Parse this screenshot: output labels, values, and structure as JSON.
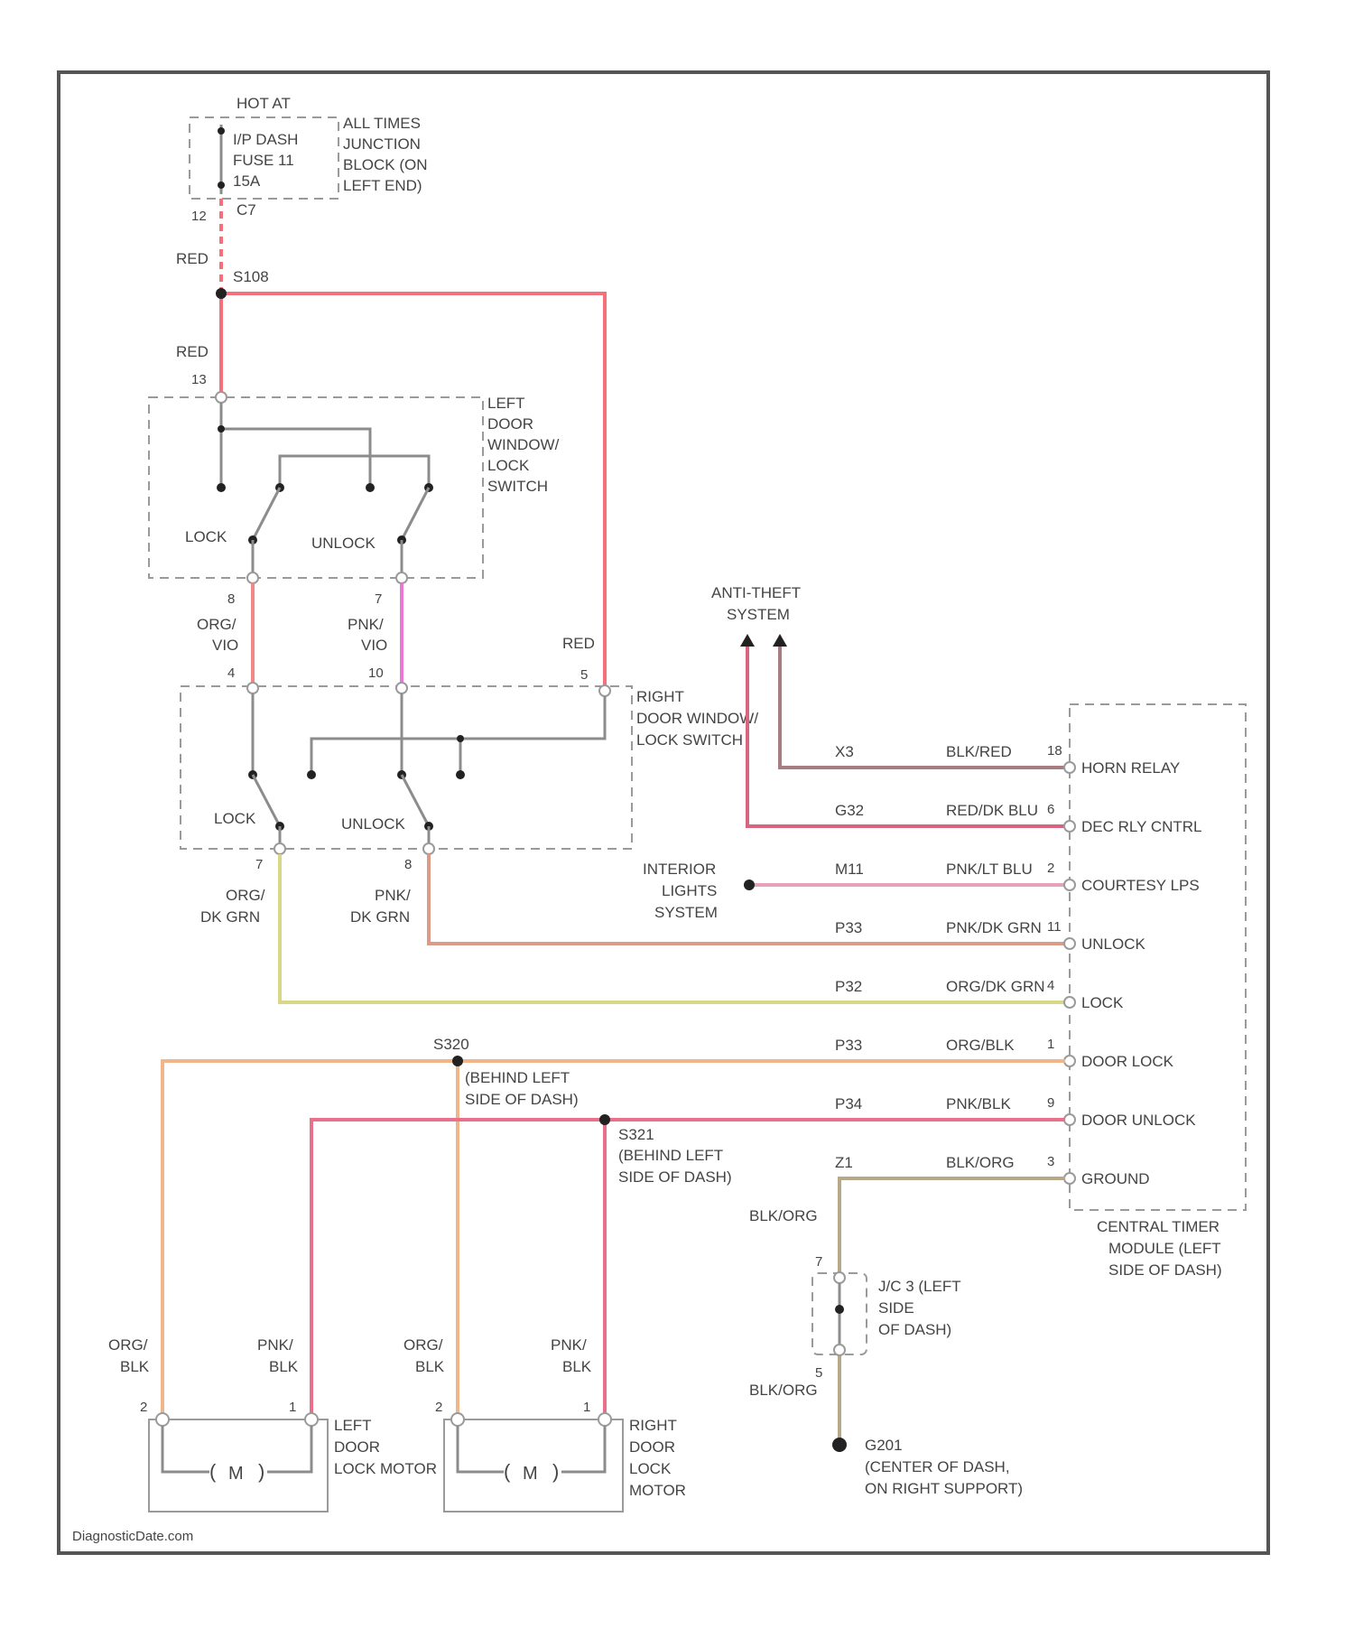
{
  "colors": {
    "red": "#f4707a",
    "org_vio": "#f08a8a",
    "pnk_vio": "#e87ad6",
    "org_dkgrn": "#d7d786",
    "pnk_dkgrn": "#dd9a88",
    "org_blk": "#f0b68a",
    "pnk_blk": "#e8708a",
    "blk_red": "#a87d82",
    "red_dkblu": "#d86480",
    "pnk_ltblu": "#e8a2b8",
    "blk_org": "#b7a88a",
    "component": "#9a9a9a"
  },
  "fuse_block": {
    "hot_at": "HOT AT",
    "line1": "I/P DASH",
    "line2": "FUSE 11",
    "line3": "15A",
    "pin": "C7",
    "pin_no": "12",
    "desc1": "ALL TIMES",
    "desc2": "JUNCTION",
    "desc3": "BLOCK (ON",
    "desc4": "LEFT END)"
  },
  "wires": {
    "red": "RED",
    "splice_s108": "S108",
    "org_vio_1": "ORG/",
    "org_vio_2": "VIO",
    "pnk_vio_1": "PNK/",
    "pnk_vio_2": "VIO",
    "org_dkgrn_1": "ORG/",
    "org_dkgrn_2": "DK GRN",
    "pnk_dkgrn_1": "PNK/",
    "pnk_dkgrn_2": "DK GRN",
    "org_blk_1": "ORG/",
    "org_blk_2": "BLK",
    "pnk_blk_1": "PNK/",
    "pnk_blk_2": "BLK",
    "blk_org": "BLK/ORG"
  },
  "left_switch": {
    "label1": "LEFT",
    "label2": "DOOR",
    "label3": "WINDOW/",
    "label4": "LOCK",
    "label5": "SWITCH",
    "lock": "LOCK",
    "unlock": "UNLOCK",
    "pin_top": "13",
    "pin_lock": "8",
    "pin_unlock": "7"
  },
  "right_switch": {
    "label1": "RIGHT",
    "label2": "DOOR WINDOW/",
    "label3": "LOCK SWITCH",
    "lock": "LOCK",
    "unlock": "UNLOCK",
    "pin_org": "4",
    "pin_pnk": "10",
    "pin_red": "5",
    "pin_lock_out": "7",
    "pin_unlock_out": "8"
  },
  "anti_theft": {
    "line1": "ANTI-THEFT",
    "line2": "SYSTEM"
  },
  "interior_lights": {
    "line1": "INTERIOR",
    "line2": "LIGHTS",
    "line3": "SYSTEM"
  },
  "ctm": {
    "rows": [
      {
        "circuit": "X3",
        "color": "BLK/RED",
        "pin": "18",
        "label": "HORN RELAY"
      },
      {
        "circuit": "G32",
        "color": "RED/DK BLU",
        "pin": "6",
        "label": "DEC RLY CNTRL"
      },
      {
        "circuit": "M11",
        "color": "PNK/LT BLU",
        "pin": "2",
        "label": "COURTESY LPS"
      },
      {
        "circuit": "P33",
        "color": "PNK/DK GRN",
        "pin": "11",
        "label": "UNLOCK"
      },
      {
        "circuit": "P32",
        "color": "ORG/DK GRN",
        "pin": "4",
        "label": "LOCK"
      },
      {
        "circuit": "P33",
        "color": "ORG/BLK",
        "pin": "1",
        "label": "DOOR LOCK"
      },
      {
        "circuit": "P34",
        "color": "PNK/BLK",
        "pin": "9",
        "label": "DOOR UNLOCK"
      },
      {
        "circuit": "Z1",
        "color": "BLK/ORG",
        "pin": "3",
        "label": "GROUND"
      }
    ],
    "desc1": "CENTRAL TIMER",
    "desc2": "MODULE (LEFT",
    "desc3": "SIDE OF DASH)"
  },
  "splice_s320": {
    "name": "S320",
    "desc1": "(BEHIND LEFT",
    "desc2": "SIDE OF DASH)"
  },
  "splice_s321": {
    "name": "S321",
    "desc1": "(BEHIND LEFT",
    "desc2": "SIDE OF DASH)"
  },
  "connector_jc3": {
    "line1": "J/C 3 (LEFT",
    "line2": "SIDE",
    "line3": "OF DASH)",
    "pin_top": "7",
    "pin_bottom": "5"
  },
  "ground_g201": {
    "name": "G201",
    "desc1": "(CENTER OF DASH,",
    "desc2": "ON RIGHT SUPPORT)"
  },
  "left_motor": {
    "line1": "LEFT",
    "line2": "DOOR",
    "line3": "LOCK MOTOR",
    "m": "M",
    "pin_a": "2",
    "pin_b": "1"
  },
  "right_motor": {
    "line1": "RIGHT",
    "line2": "DOOR",
    "line3": "LOCK",
    "line4": "MOTOR",
    "m": "M",
    "pin_a": "2",
    "pin_b": "1"
  },
  "watermark": "DiagnosticDate.com"
}
